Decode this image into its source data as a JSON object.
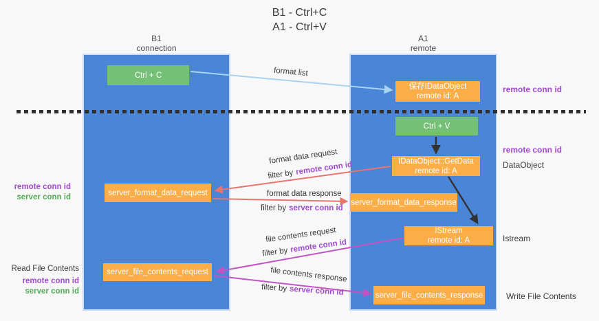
{
  "title": {
    "line1": "B1 - Ctrl+C",
    "line2": "A1 - Ctrl+V"
  },
  "lanes": {
    "left": {
      "name": "B1",
      "role": "connection"
    },
    "right": {
      "name": "A1",
      "role": "remote"
    }
  },
  "nodes": {
    "ctrl_c": {
      "label": "Ctrl + C"
    },
    "save_dataobject": {
      "line1": "保存IDataObject",
      "line2": "remote id: A"
    },
    "ctrl_v": {
      "label": "Ctrl + V"
    },
    "getdata": {
      "line1": "IDataObject::GetData",
      "line2": "remote id: A"
    },
    "server_format_data_request": {
      "label": "server_format_data_request"
    },
    "server_format_data_response": {
      "label": "server_format_data_response"
    },
    "istream": {
      "line1": "IStream",
      "line2": "remote id: A"
    },
    "server_file_contents_request": {
      "label": "server_file_contents_request"
    },
    "server_file_contents_response": {
      "label": "server_file_contents_response"
    }
  },
  "edge_labels": {
    "format_list": "format list",
    "format_data_request": "format data request",
    "format_data_response": "format data response",
    "file_contents_request": "file contents request",
    "file_contents_response": "file contents response",
    "filter_by": "filter by",
    "remote_conn_id": "remote conn id",
    "server_conn_id": "server conn id"
  },
  "side_labels": {
    "remote_conn_id": "remote conn id",
    "server_conn_id": "server conn id",
    "dataobject": "DataObject",
    "istream": "Istream",
    "read_file_contents": "Read File Contents",
    "write_file_contents": "Write File Contents"
  },
  "colors": {
    "lane_blue": "#4a85d8",
    "node_green": "#74c175",
    "node_orange": "#fbae47",
    "arrow_light_blue": "#a9d3f1",
    "arrow_black": "#333333",
    "arrow_salmon": "#e8756d",
    "arrow_magenta": "#c353c3",
    "text_purple": "#a24bce",
    "text_green": "#54ab57"
  }
}
